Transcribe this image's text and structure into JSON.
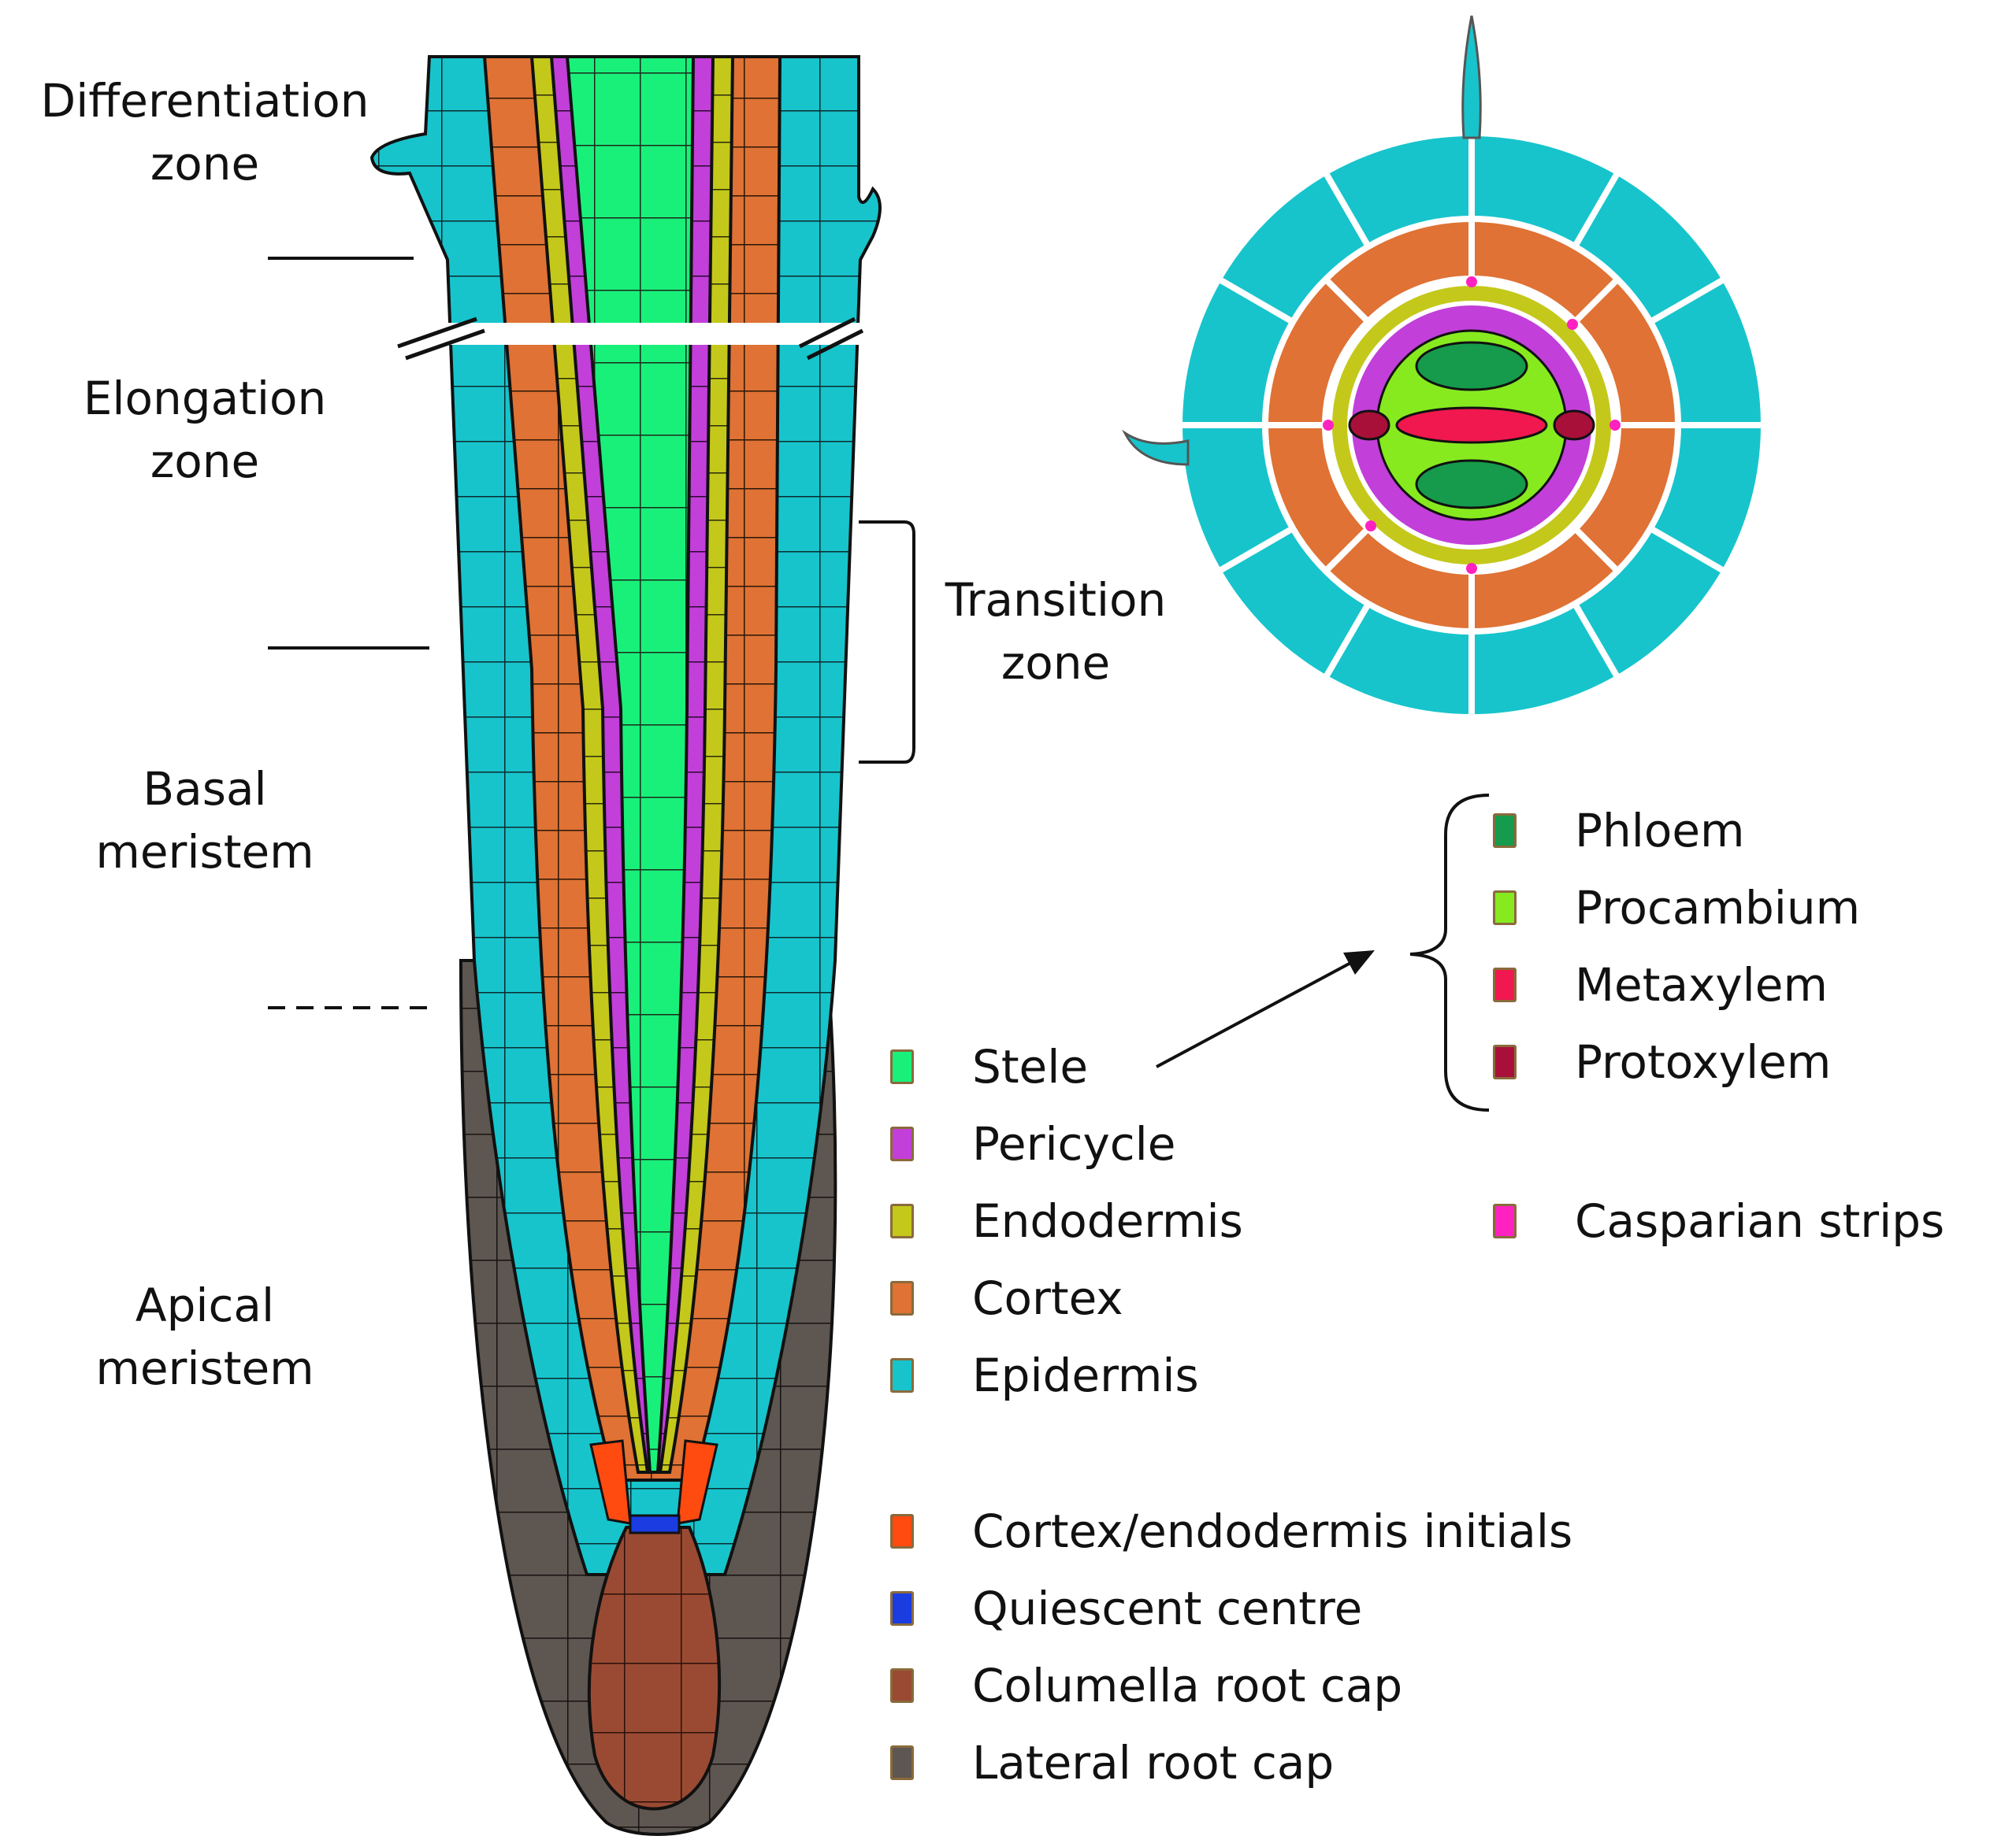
{
  "zones": [
    {
      "id": "differentiation",
      "text": "Differentiation\nzone"
    },
    {
      "id": "elongation",
      "text": "Elongation\nzone"
    },
    {
      "id": "transition",
      "text": "Transition\nzone"
    },
    {
      "id": "basal",
      "text": "Basal\nmeristem"
    },
    {
      "id": "apical",
      "text": "Apical\nmeristem"
    }
  ],
  "legend_left": [
    {
      "label": "Stele",
      "color": "#19f07a"
    },
    {
      "label": "Pericycle",
      "color": "#c23fd9"
    },
    {
      "label": "Endodermis",
      "color": "#c4c81a"
    },
    {
      "label": "Cortex",
      "color": "#df7234"
    },
    {
      "label": "Epidermis",
      "color": "#17c4cc"
    }
  ],
  "legend_initials": [
    {
      "label": "Cortex/endodermis initials",
      "color": "#ff4a10"
    },
    {
      "label": "Quiescent centre",
      "color": "#1a3ce0"
    },
    {
      "label": "Columella root cap",
      "color": "#9a4a33"
    },
    {
      "label": "Lateral root cap",
      "color": "#5e5650"
    }
  ],
  "legend_stele": [
    {
      "label": "Phloem",
      "color": "#169a4c"
    },
    {
      "label": "Procambium",
      "color": "#87ea1f"
    },
    {
      "label": "Metaxylem",
      "color": "#f0184e"
    },
    {
      "label": "Protoxylem",
      "color": "#a8103a"
    }
  ],
  "legend_extra": [
    {
      "label": "Casparian strips",
      "color": "#ff22c0"
    }
  ]
}
